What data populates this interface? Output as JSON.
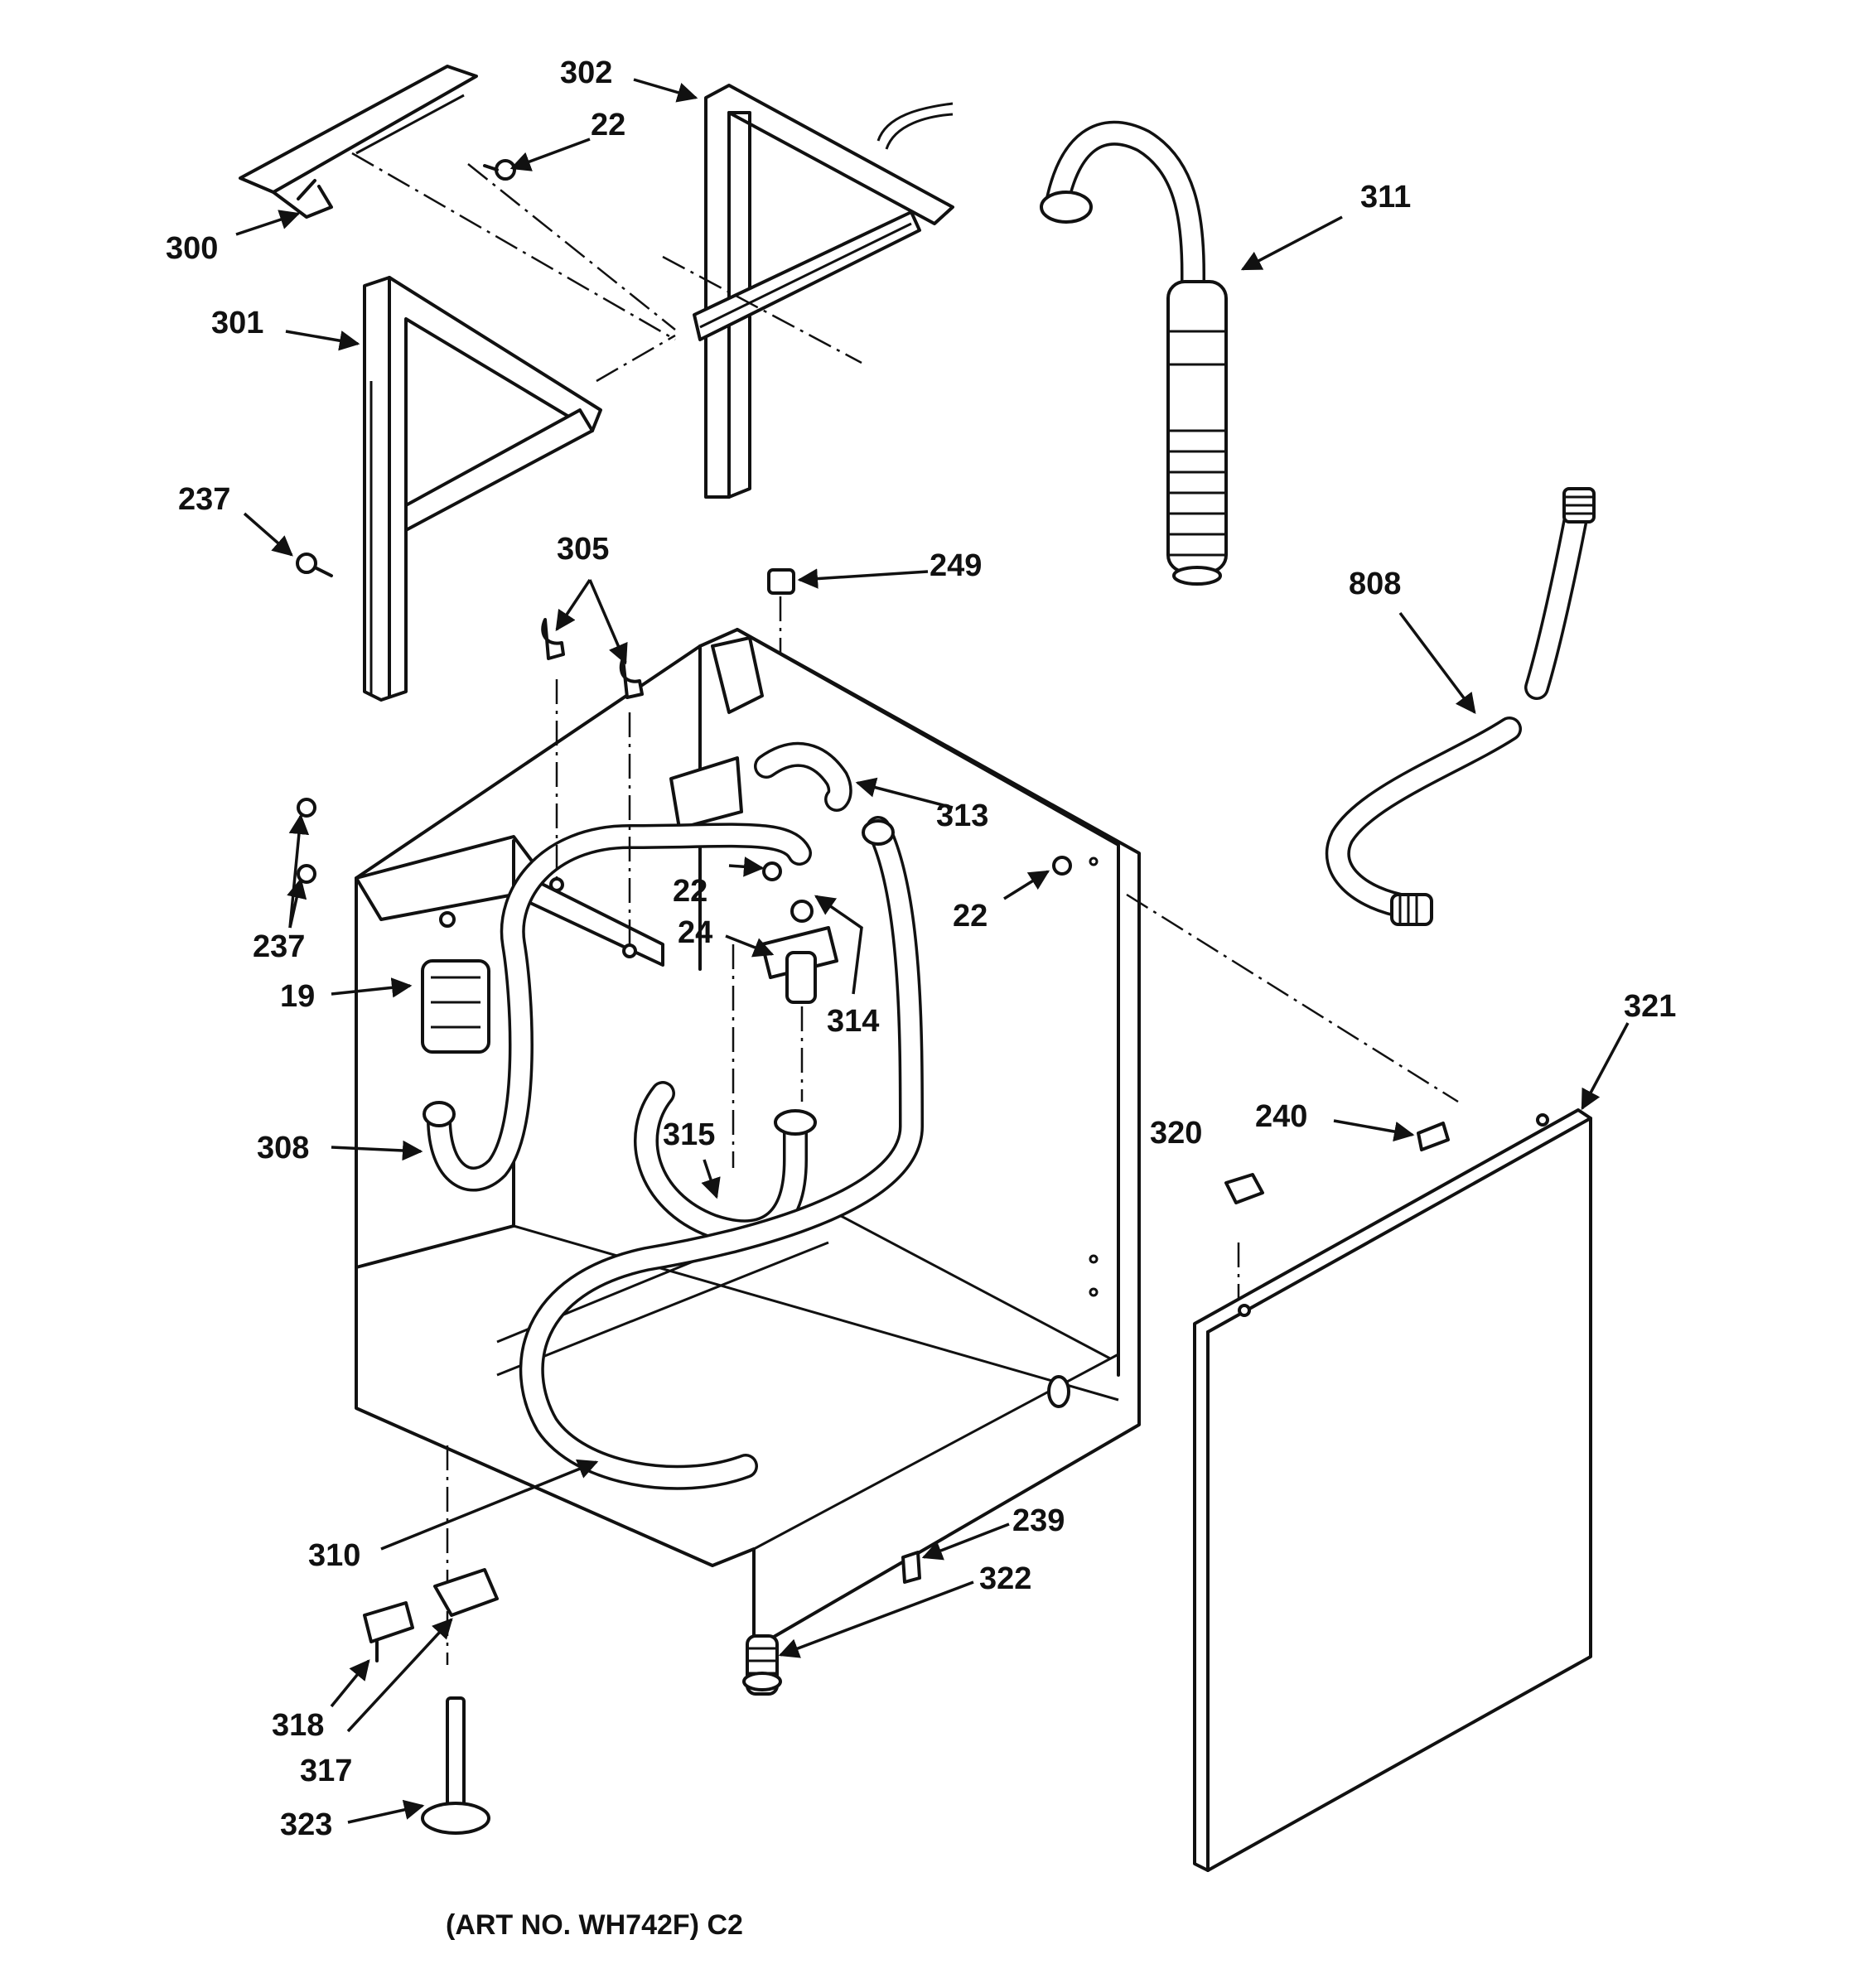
{
  "caption": "(ART NO. WH742F) C2",
  "callouts": {
    "c300": "300",
    "c22a": "22",
    "c302": "302",
    "c301": "301",
    "c311": "311",
    "c237a": "237",
    "c305": "305",
    "c249": "249",
    "c808": "808",
    "c313": "313",
    "c22b": "22",
    "c22c": "22",
    "c237b": "237",
    "c24": "24",
    "c19": "19",
    "c314": "314",
    "c321": "321",
    "c308": "308",
    "c315": "315",
    "c320": "320",
    "c240": "240",
    "c239": "239",
    "c310": "310",
    "c322": "322",
    "c318": "318",
    "c317": "317",
    "c323": "323"
  }
}
